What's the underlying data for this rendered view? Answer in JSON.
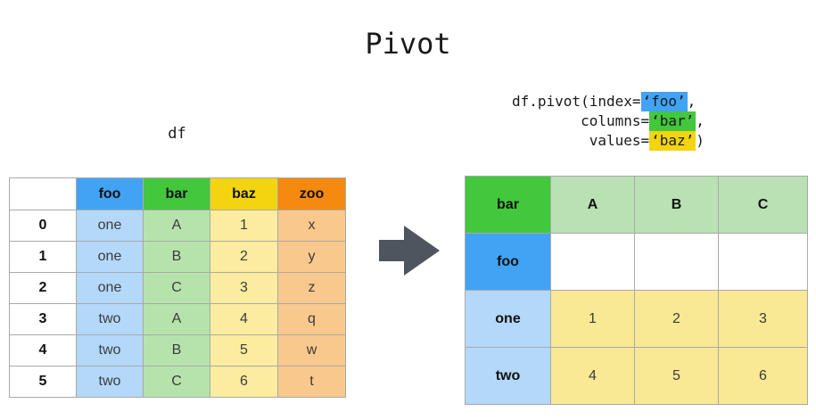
{
  "title": "Pivot",
  "left_table": {
    "label": "df",
    "headers": [
      "",
      "foo",
      "bar",
      "baz",
      "zoo"
    ],
    "rows": [
      [
        "0",
        "one",
        "A",
        "1",
        "x"
      ],
      [
        "1",
        "one",
        "B",
        "2",
        "y"
      ],
      [
        "2",
        "one",
        "C",
        "3",
        "z"
      ],
      [
        "3",
        "two",
        "A",
        "4",
        "q"
      ],
      [
        "4",
        "two",
        "B",
        "5",
        "w"
      ],
      [
        "5",
        "two",
        "C",
        "6",
        "t"
      ]
    ]
  },
  "code": {
    "lines": [
      {
        "pre": "df.pivot(index=",
        "highlight": "‘foo’",
        "post": ","
      },
      {
        "pre": "        columns=",
        "highlight": "‘bar’",
        "post": ","
      },
      {
        "pre": "         values=",
        "highlight": "‘baz’",
        "post": ")"
      }
    ]
  },
  "right_table": {
    "corner": "bar",
    "col_headers": [
      "A",
      "B",
      "C"
    ],
    "index_label": "foo",
    "rows": [
      {
        "index": "one",
        "values": [
          "1",
          "2",
          "3"
        ]
      },
      {
        "index": "two",
        "values": [
          "4",
          "5",
          "6"
        ]
      }
    ]
  },
  "colors": {
    "blue": "#42A3F4",
    "light_blue": "#B3D8F9",
    "green": "#43C73C",
    "light_green": "#B6E3AC",
    "light_green_header": "#B9E1B3",
    "yellow": "#F2D411",
    "light_yellow": "#FBEC9F",
    "light_yellow_values": "#F9E894",
    "orange": "#F6890F",
    "light_orange": "#F8C88D",
    "arrow": "#4E555E",
    "grid_border": "#A9A9A9"
  }
}
